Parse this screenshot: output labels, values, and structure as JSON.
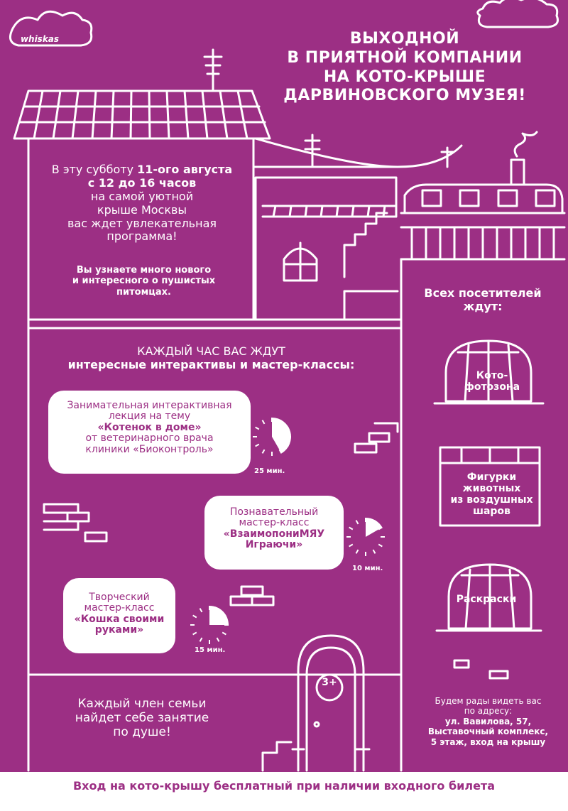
{
  "brand": {
    "logo_text": "whiskas"
  },
  "title": [
    "ВЫХОДНОЙ",
    "В ПРИЯТНОЙ КОМПАНИИ",
    "НА КОТО-КРЫШЕ",
    "ДАРВИНОВСКОГО МУЗЕЯ!"
  ],
  "intro": {
    "line1_prefix": "В эту субботу ",
    "line1_bold": "11-ого августа",
    "line2_bold": "с 12 до 16 часов",
    "line3": "на самой уютной",
    "line4": "крыше Москвы",
    "line5": "вас ждет увлекательная",
    "line6": "программа!"
  },
  "intro2": [
    "Вы узнаете много нового",
    "и интересного о пушистых",
    "питомцах."
  ],
  "guests": [
    "Всех посетителей",
    "ждут:"
  ],
  "hourly": {
    "line1": "КАЖДЫЙ ЧАС ВАС ЖДУТ",
    "line2": "интересные интерактивы и мастер-классы:"
  },
  "events": [
    {
      "lines": [
        "Занимательная интерактивная",
        "лекция на тему"
      ],
      "bold": "«Котенок в доме»",
      "after": [
        "от ветеринарного врача",
        "клиники «Биоконтроль»"
      ],
      "duration": "25 мин.",
      "fraction": 0.4167
    },
    {
      "lines": [
        "Познавательный",
        "мастер-класс"
      ],
      "bold_lines": [
        "«ВзаимопониМЯУ",
        "Играючи»"
      ],
      "duration": "10 мин.",
      "fraction": 0.1667
    },
    {
      "lines": [
        "Творческий",
        "мастер-класс"
      ],
      "bold_lines": [
        "«Кошка своими",
        "руками»"
      ],
      "duration": "15 мин.",
      "fraction": 0.25
    }
  ],
  "attractions": [
    {
      "lines": [
        "Кото-",
        "фотозона"
      ]
    },
    {
      "lines": [
        "Фигурки",
        "животных",
        "из воздушных",
        "шаров"
      ]
    },
    {
      "lines": [
        "Раскраски"
      ]
    }
  ],
  "age_badge": "3+",
  "family": [
    "Каждый член семьи",
    "найдет себе занятие",
    "по душе!"
  ],
  "address": {
    "lines": [
      "Будем рады видеть вас",
      "по адресу:"
    ],
    "bold_lines": [
      "ул. Вавилова, 57,",
      "Выставочный комплекс,",
      "5 этаж, вход на крышу"
    ]
  },
  "footer": "Вход на кото-крышу бесплатный при наличии входного билета",
  "colors": {
    "background": "#9c2f84",
    "line": "#ffffff",
    "footer_bg": "#ffffff",
    "footer_text": "#9c2f84"
  }
}
